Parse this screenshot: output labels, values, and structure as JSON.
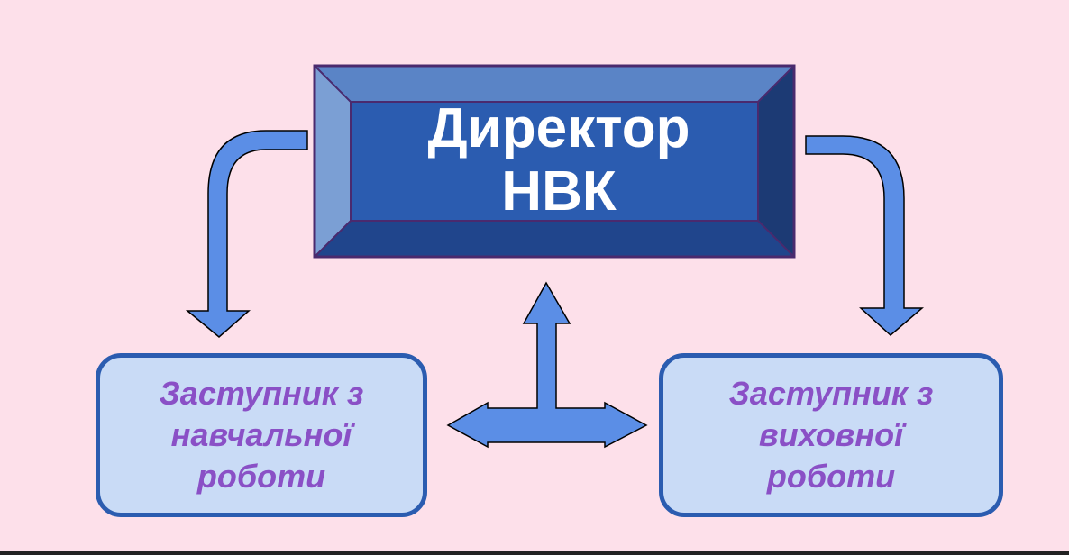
{
  "director": {
    "line1": "Директор",
    "line2": "НВК"
  },
  "deputies": [
    {
      "line1": "Заступник з",
      "line2": "навчальної",
      "line3": "роботи"
    },
    {
      "line1": "Заступник з",
      "line2": "виховної",
      "line3": "роботи"
    }
  ],
  "colors": {
    "background": "#fde0ea",
    "director_face": "#2b5cb0",
    "deputy_fill": "#c9dbf6",
    "deputy_border": "#2b5cb0",
    "deputy_text": "#8a50c6",
    "arrow_fill": "#5b8ee6"
  }
}
